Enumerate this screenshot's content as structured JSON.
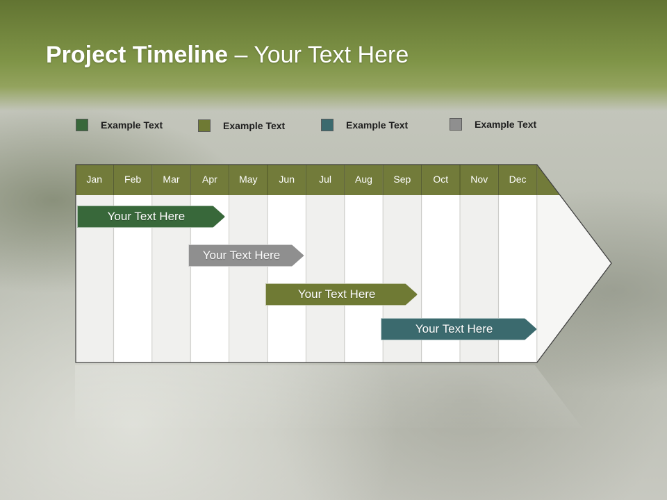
{
  "header": {
    "title_bold": "Project Timeline",
    "title_rest": " – Your Text Here"
  },
  "legend": [
    {
      "label": "Example Text",
      "color": "#38683a"
    },
    {
      "label": "Example Text",
      "color": "#6f7a34"
    },
    {
      "label": "Example Text",
      "color": "#3b6a6e"
    },
    {
      "label": "Example Text",
      "color": "#8f8f8f"
    }
  ],
  "timeline": {
    "header_color": "#727b3a",
    "months": [
      "Jan",
      "Feb",
      "Mar",
      "Apr",
      "May",
      "Jun",
      "Jul",
      "Aug",
      "Sep",
      "Oct",
      "Nov",
      "Dec"
    ],
    "tasks": [
      {
        "label": "Your  Text Here",
        "start_month": 0.05,
        "end_month": 3.9,
        "color": "#38683a"
      },
      {
        "label": "Your  Text Here",
        "start_month": 2.95,
        "end_month": 5.95,
        "color": "#8f8f8f"
      },
      {
        "label": "Your  Text Here",
        "start_month": 4.95,
        "end_month": 8.9,
        "color": "#6f7a34"
      },
      {
        "label": "Your  Text Here",
        "start_month": 7.95,
        "end_month": 12.0,
        "color": "#3b6a6e"
      }
    ]
  }
}
